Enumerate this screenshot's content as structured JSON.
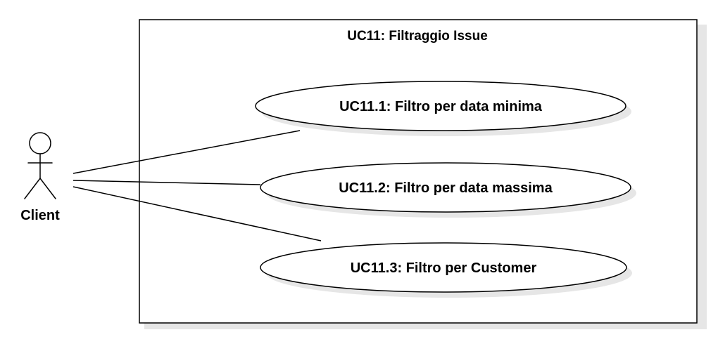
{
  "system": {
    "title": "UC11: Filtraggio Issue"
  },
  "actor": {
    "name": "Client"
  },
  "use_cases": [
    {
      "label": "UC11.1: Filtro per data minima"
    },
    {
      "label": "UC11.2: Filtro per data massima"
    },
    {
      "label": "UC11.3: Filtro per Customer"
    }
  ],
  "colors": {
    "stroke": "#000000",
    "fill": "#ffffff",
    "shadow": "#e6e6e6",
    "background": "#ffffff"
  }
}
